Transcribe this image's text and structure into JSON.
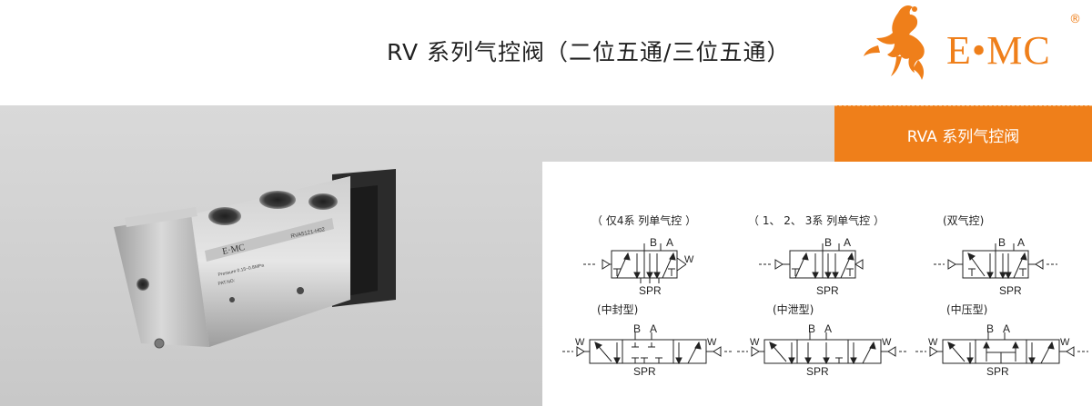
{
  "header": {
    "title": "RV 系列气控阀（二位五通/三位五通）",
    "logo": {
      "text": "E•MC",
      "registered": "®",
      "brand_color": "#ef7f1a",
      "mark": "horse-rider-logo"
    }
  },
  "section_tab": {
    "label": "RVA 系列气控阀",
    "color": "#ef7f1a"
  },
  "product": {
    "image": "pneumatic-valve-photo",
    "body_marking": "E·MC",
    "plate_line_1": "Pressure 0.15~0.8MPa",
    "plate_line_2": "PAT.NO:",
    "plate_line_3": "RVA5121-H02"
  },
  "diagrams": {
    "captions": {
      "single_4": "（ 仅4系 列单气控 ）",
      "single_123": "（ 1、 2、 3系 列单气控 ）",
      "double": "(双气控)",
      "closed_center": "(中封型)",
      "exhaust_center": "(中泄型)",
      "pressure_center": "(中压型)"
    },
    "port_b": "B",
    "port_a": "A",
    "port_spr": "SPR",
    "port_w": "W"
  }
}
